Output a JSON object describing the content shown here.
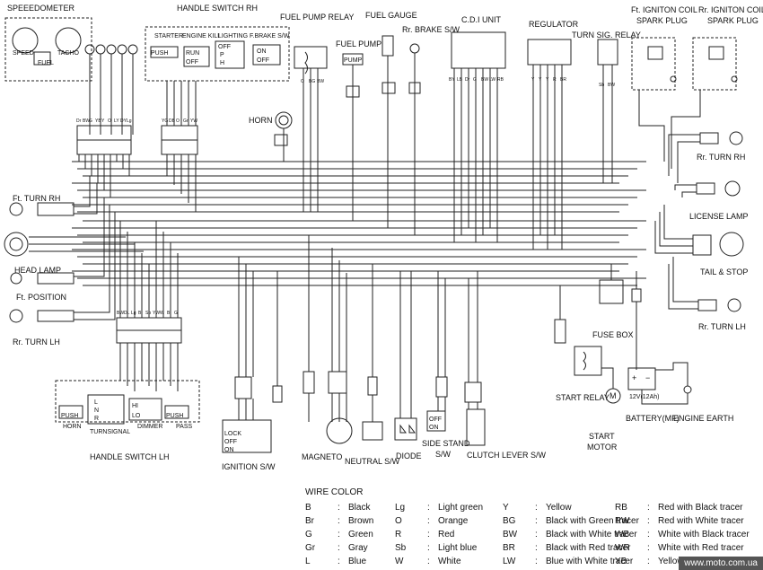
{
  "labels": {
    "speedometer": "SPEEEDOMETER",
    "speed": "SPEED",
    "tacho": "TACHO",
    "fuel": "FUEL",
    "handle_switch_rh": "HANDLE SWITCH RH",
    "starter": "STARTER",
    "engine_kill": "ENGINE KILL",
    "lighting": "LIGHTING",
    "fbrake_sw": "F.BRAKE S/W",
    "push": "PUSH",
    "run": "RUN",
    "off": "OFF",
    "on": "ON",
    "p": "P",
    "h": "H",
    "fuel_pump_relay": "FUEL PUMP RELAY",
    "fuel_gauge": "FUEL GAUGE",
    "fuel_pump": "FUEL PUMP",
    "pump": "PUMP",
    "rr_brake_sw": "Rr. BRAKE S/W",
    "cdi_unit": "C.D.I UNIT",
    "regulator": "REGULATOR",
    "turn_sig_relay": "TURN SIG. RELAY",
    "ft_ignition_coil": "Ft. IGNITON COIL",
    "rr_ignition_coil": "Rr. IGNITON COIL",
    "spark_plug": "SPARK PLUG",
    "horn": "HORN",
    "rr_turn_rh": "Rr. TURN RH",
    "ft_turn_rh": "Ft. TURN RH",
    "license_lamp": "LICENSE LAMP",
    "head_lamp": "HEAD LAMP",
    "tail_stop": "TAIL & STOP",
    "ft_position": "Ft. POSITION",
    "rr_turn_lh_right": "Rr. TURN LH",
    "rr_turn_lh_left": "Rr. TURN LH",
    "fuse_box": "FUSE BOX",
    "start_relay": "START RELAY",
    "battery": "BATTERY(MF)",
    "battery_rating": "12V(12Ah)",
    "engine_earth": "ENGINE EARTH",
    "start_motor_1": "START",
    "start_motor_2": "MOTOR",
    "m": "M",
    "horn_sw": "HORN",
    "turnsignal": "TURNSIGNAL",
    "dimmer": "DIMMER",
    "pass": "PASS",
    "hi": "HI",
    "lo": "LO",
    "l": "L",
    "n": "N",
    "r": "R",
    "handle_switch_lh": "HANDLE SWITCH LH",
    "ignition_sw": "IGNITION S/W",
    "lock": "LOCK",
    "magneto": "MAGNETO",
    "neutral_sw": "NEUTRAL S/W",
    "diode": "DIODE",
    "side_stand_sw_1": "SIDE STAND",
    "side_stand_sw_2": "S/W",
    "clutch_lever_sw": "CLUTCH LEVER S/W"
  },
  "legend": {
    "title": "WIRE COLOR",
    "columns": [
      [
        {
          "code": "B",
          "name": "Black"
        },
        {
          "code": "Br",
          "name": "Brown"
        },
        {
          "code": "G",
          "name": "Green"
        },
        {
          "code": "Gr",
          "name": "Gray"
        },
        {
          "code": "L",
          "name": "Blue"
        }
      ],
      [
        {
          "code": "Lg",
          "name": "Light green"
        },
        {
          "code": "O",
          "name": "Orange"
        },
        {
          "code": "R",
          "name": "Red"
        },
        {
          "code": "Sb",
          "name": "Light blue"
        },
        {
          "code": "W",
          "name": "White"
        }
      ],
      [
        {
          "code": "Y",
          "name": "Yellow"
        },
        {
          "code": "BG",
          "name": "Black with Green tracer"
        },
        {
          "code": "BW",
          "name": "Black with White tracer"
        },
        {
          "code": "BR",
          "name": "Black with Red tracer"
        },
        {
          "code": "LW",
          "name": "Blue with White tracer"
        }
      ],
      [
        {
          "code": "RB",
          "name": "Red with Black tracer"
        },
        {
          "code": "RW",
          "name": "Red with White tracer"
        },
        {
          "code": "WB",
          "name": "White with Black tracer"
        },
        {
          "code": "WR",
          "name": "White with Red tracer"
        },
        {
          "code": "YB",
          "name": "Yellow w"
        }
      ]
    ]
  },
  "wire_codes": {
    "meter_connector": [
      "Dr",
      "BW",
      "G",
      "YB",
      "Y",
      "O",
      "LY",
      "DY",
      "Lg"
    ],
    "handle_rh_connector": [
      "YG",
      "DB",
      "O",
      "Gr",
      "YW"
    ],
    "lh_connector": [
      "BW",
      "DL",
      "Lg",
      "B",
      "Sb",
      "YW",
      "W",
      "B",
      "G"
    ],
    "fuel_relay": [
      "O",
      "BG",
      "BW"
    ],
    "cdi": [
      "BY",
      "LB",
      "Dr",
      "G",
      "BW",
      "LW",
      "RB"
    ],
    "regulator": [
      "Y",
      "Y",
      "Y",
      "R",
      "BR"
    ],
    "turn_relay": [
      "Sb",
      "BW"
    ]
  },
  "watermark": "www.moto.com.ua"
}
